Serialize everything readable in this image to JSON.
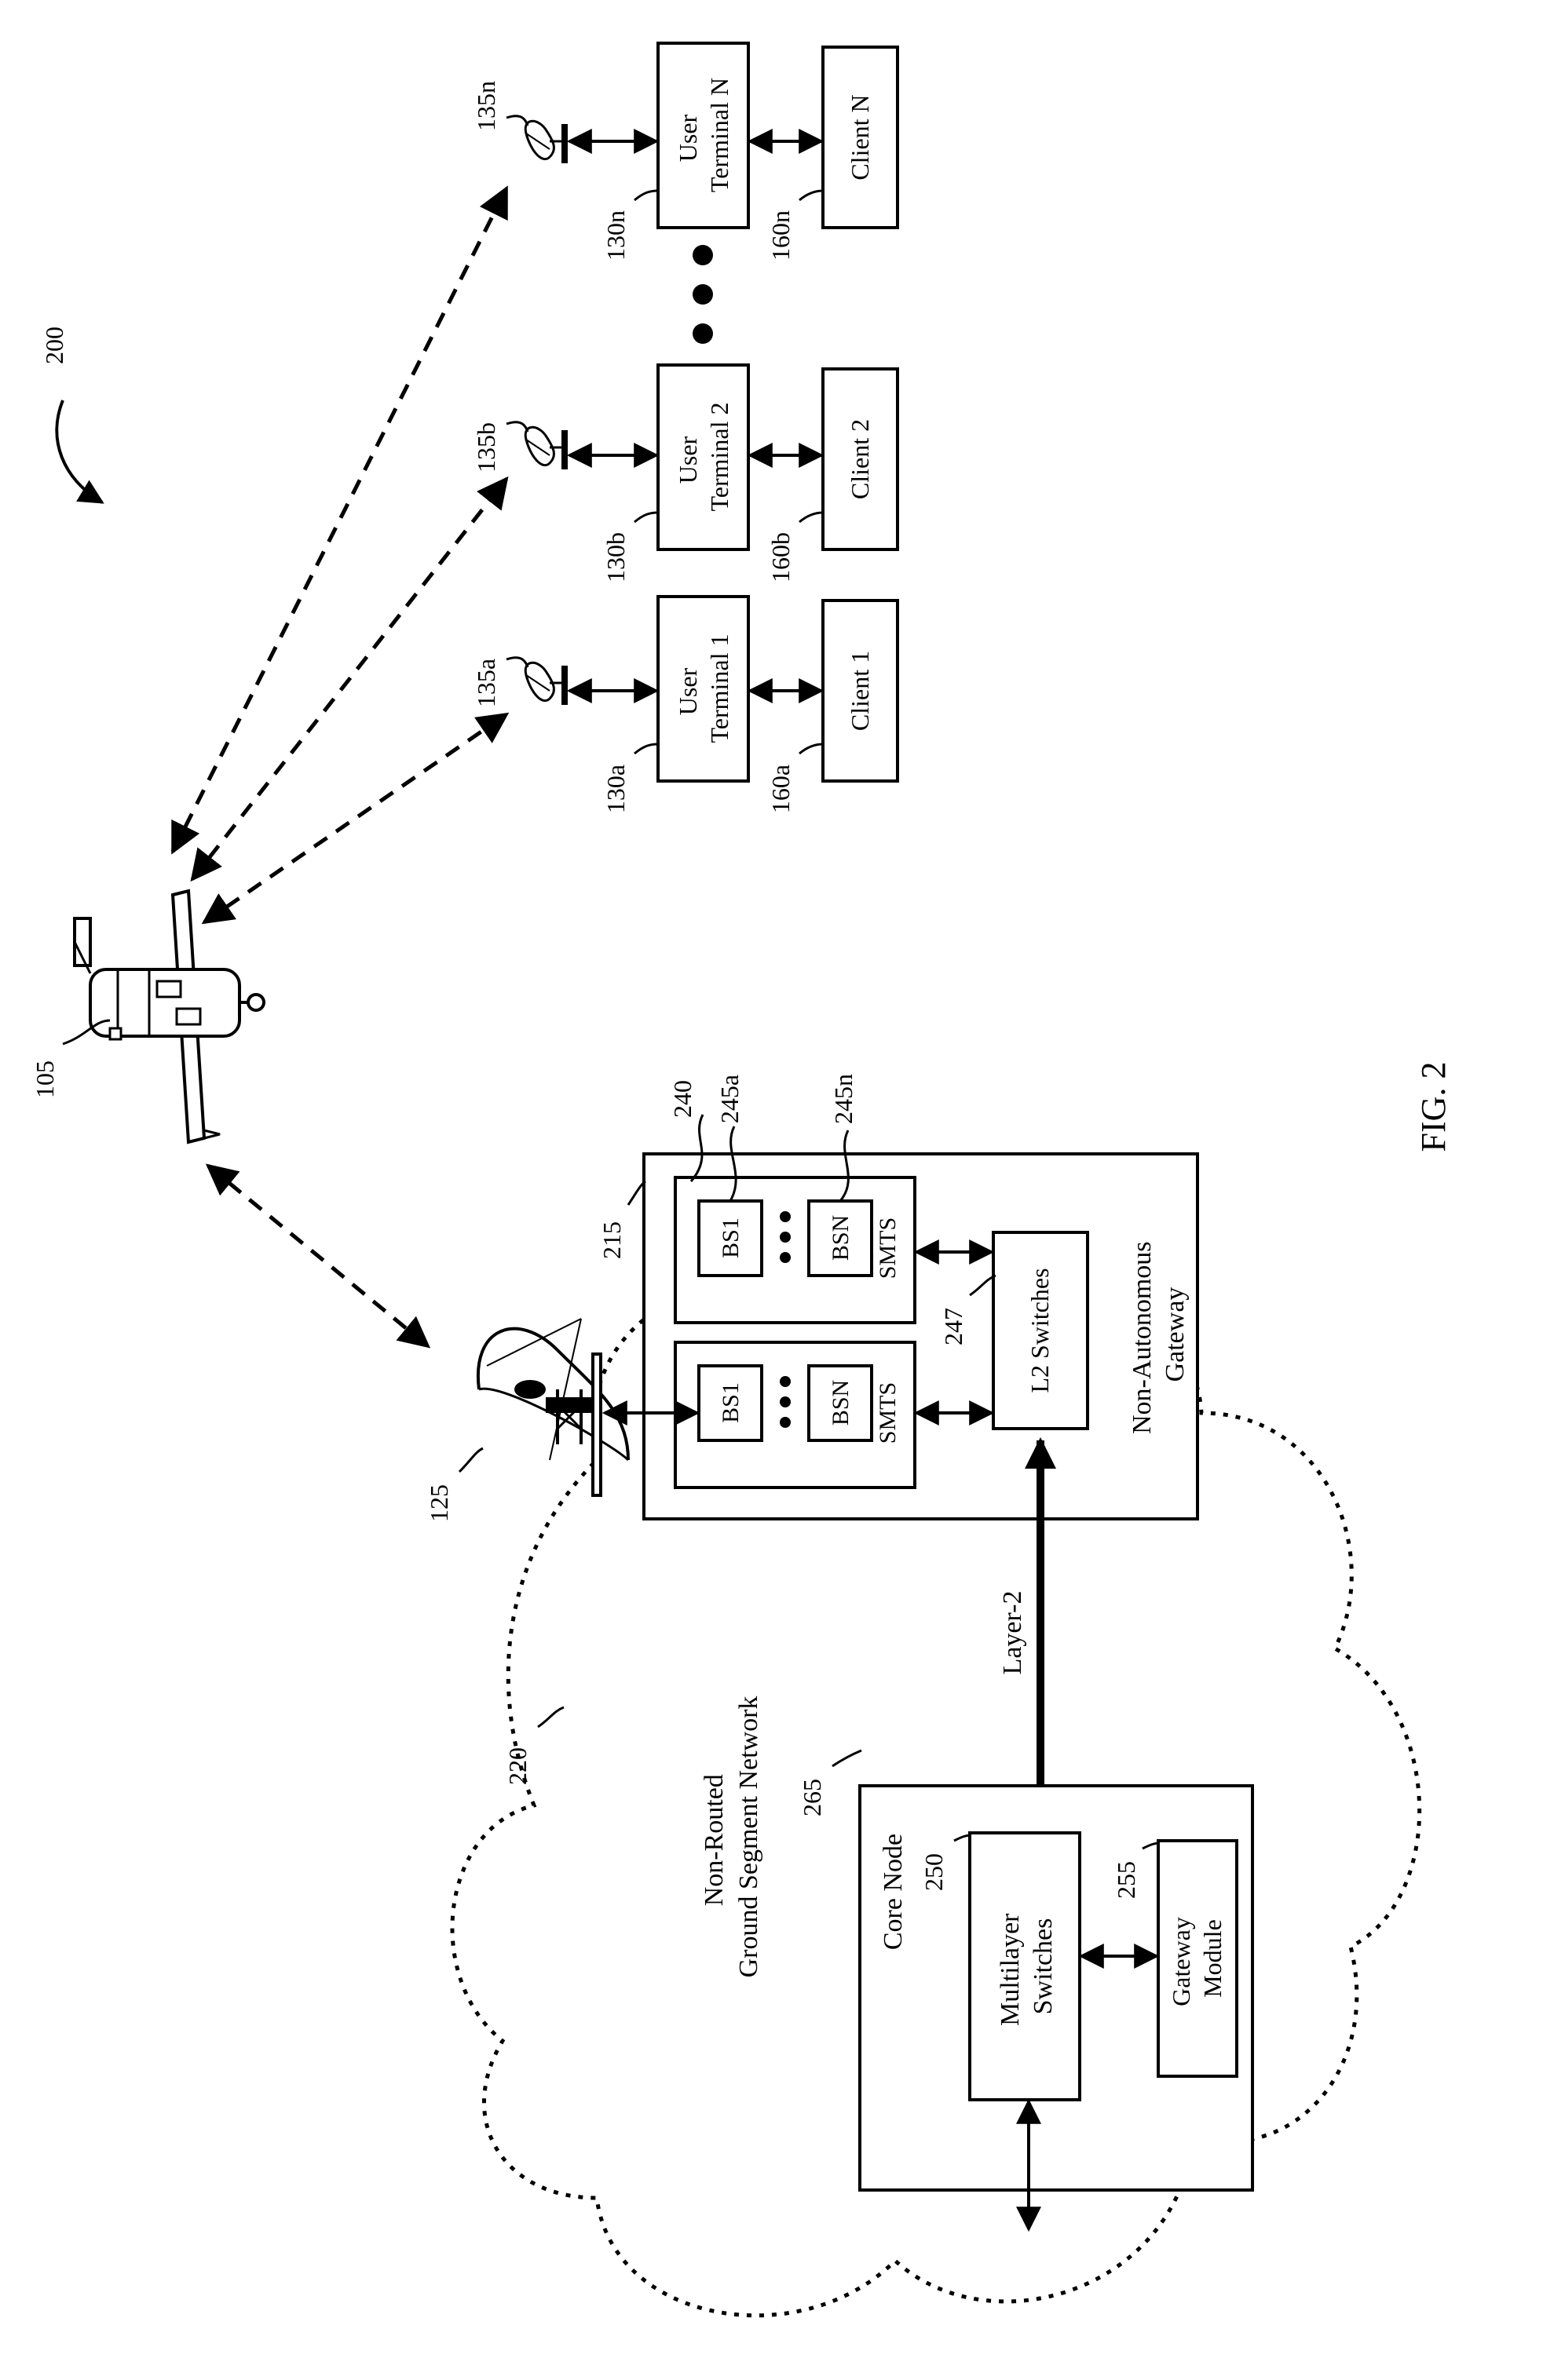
{
  "figure": {
    "number": "FIG. 2",
    "ref": "200",
    "satellite_ref": "105",
    "gateway_antenna_ref": "125",
    "gateway_ref": "215",
    "network_ref": "220",
    "core_node_ref": "265",
    "smts_ref": "240",
    "bs_first_ref": "245a",
    "bs_last_ref": "245n",
    "l2_ref": "247",
    "multilayer_ref": "250",
    "gateway_module_ref": "255"
  },
  "labels": {
    "network_line1": "Non-Routed",
    "network_line2": "Ground Segment Network",
    "core_node": "Core Node",
    "multilayer_line1": "Multilayer",
    "multilayer_line2": "Switches",
    "gateway_module_line1": "Gateway",
    "gateway_module_line2": "Module",
    "layer2": "Layer-2",
    "gateway_line1": "Non-Autonomous",
    "gateway_line2": "Gateway",
    "l2_switches": "L2 Switches",
    "bs1": "BS1",
    "bsn": "BSN",
    "smts": "SMTS"
  },
  "terminals": [
    {
      "antenna_ref": "135a",
      "terminal_ref": "130a",
      "line1": "User",
      "line2": "Terminal 1",
      "client_ref": "160a",
      "client": "Client 1"
    },
    {
      "antenna_ref": "135b",
      "terminal_ref": "130b",
      "line1": "User",
      "line2": "Terminal 2",
      "client_ref": "160b",
      "client": "Client 2"
    },
    {
      "antenna_ref": "135n",
      "terminal_ref": "130n",
      "line1": "User",
      "line2": "Terminal N",
      "client_ref": "160n",
      "client": "Client N"
    }
  ]
}
